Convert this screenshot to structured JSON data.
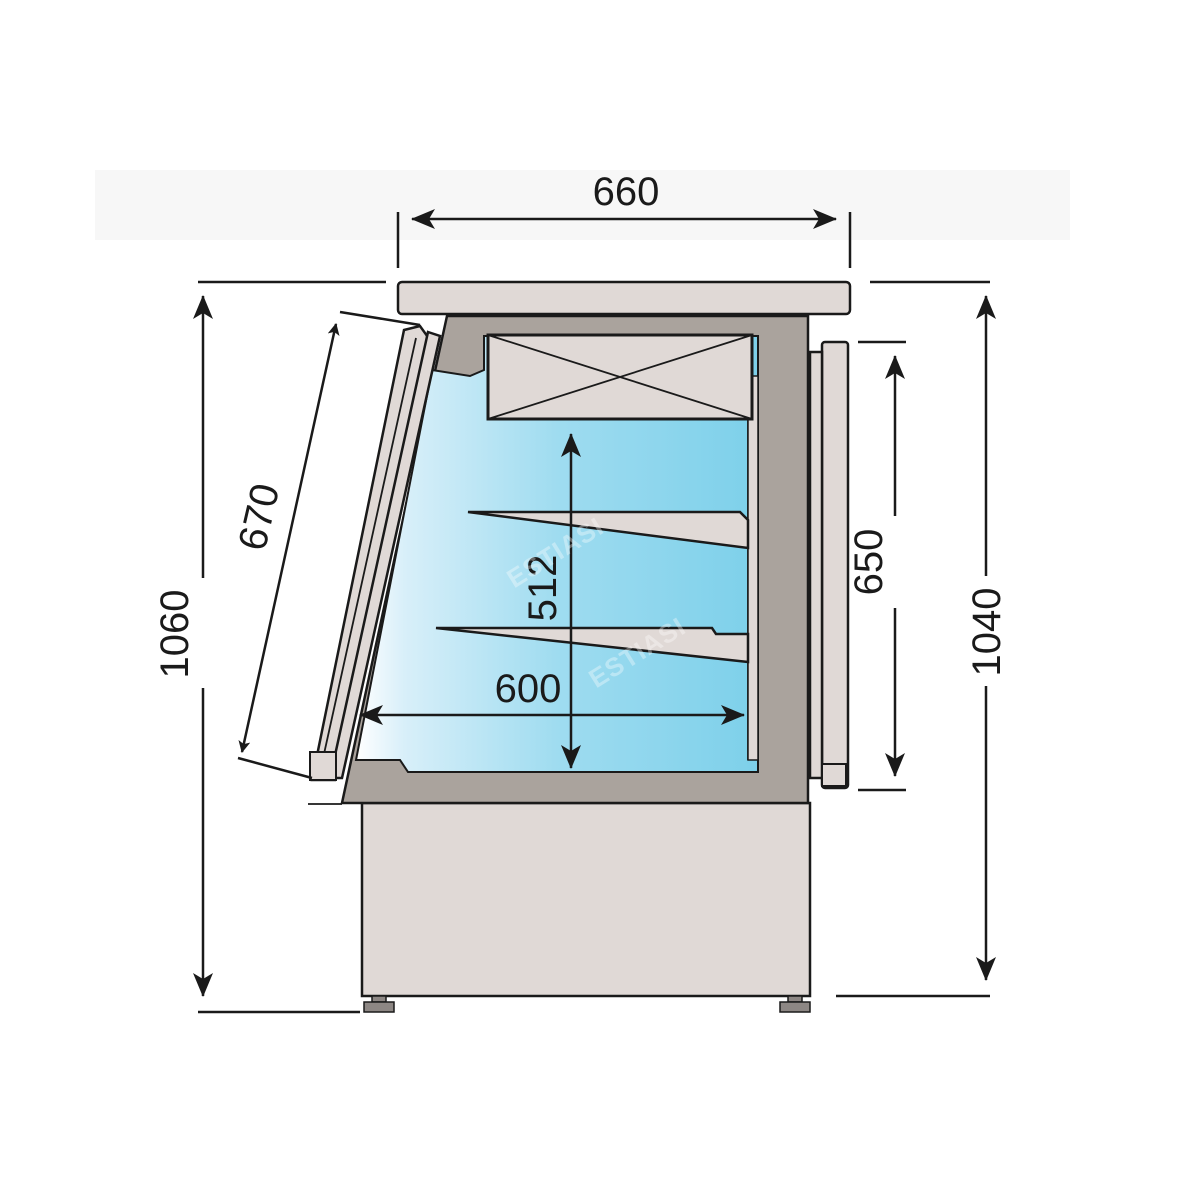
{
  "dimensions": {
    "top_width": "660",
    "total_height": "1060",
    "glass_length": "670",
    "rear_height": "1040",
    "door_height": "650",
    "inner_height": "512",
    "inner_depth": "600"
  },
  "watermark": {
    "text": "ESTIASI"
  },
  "colors": {
    "cabinet_fill": "#e0d9d6",
    "shell_fill": "#aaa39d",
    "interior_light": "#e8f6fc",
    "interior_blue": "#7dd0ea",
    "outline": "#1a1a1a"
  }
}
